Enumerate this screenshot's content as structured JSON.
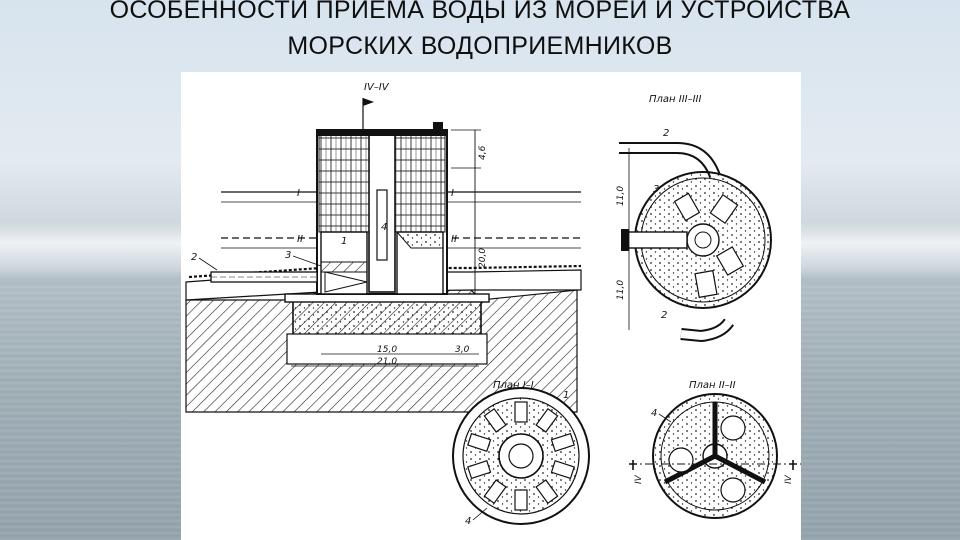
{
  "title": {
    "line1": "ОСОБЕННОСТИ ПРИЕМА ВОДЫ ИЗ МОРЕЙ И УСТРОЙСТВА",
    "line2": "МОРСКИХ ВОДОПРИЕМНИКОВ"
  },
  "section": {
    "heading": "IV–IV",
    "dim_top": "4,6",
    "dim_mid": "20,0",
    "dim_15": "15,0",
    "dim_3": "3,0",
    "dim_21": "21,0",
    "level_1": "I",
    "level_2": "II",
    "marker_1": "1",
    "marker_2": "2",
    "marker_3": "3",
    "marker_4": "4"
  },
  "plan_3": {
    "heading": "План III–III",
    "pipe_label": "2",
    "pipe_label_bottom": "2",
    "dim_upper": "11,0",
    "dim_lower": "11,0",
    "marker_3": "3"
  },
  "plan_1": {
    "heading": "План I–I",
    "marker_1": "1",
    "marker_4": "4"
  },
  "plan_2": {
    "heading": "План II–II",
    "marker_4": "4",
    "section_left": "IV",
    "section_right": "IV"
  }
}
